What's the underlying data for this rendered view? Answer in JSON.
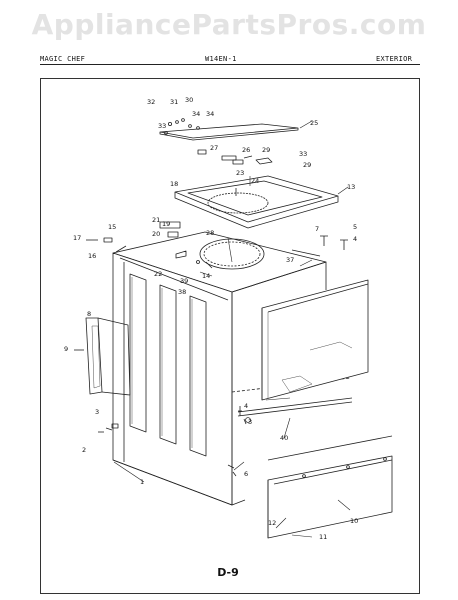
{
  "watermark": "AppliancePartsPros.com",
  "header": {
    "brand": "MAGIC CHEF",
    "model": "W14EN-1",
    "section": "EXTERIOR"
  },
  "page_code": "D-9",
  "callouts": [
    "32",
    "31",
    "30",
    "33",
    "34",
    "34",
    "25",
    "27",
    "26",
    "29",
    "33",
    "29",
    "23",
    "24",
    "18",
    "13",
    "21",
    "19",
    "20",
    "28",
    "15",
    "17",
    "16",
    "5",
    "4",
    "7",
    "22",
    "39",
    "38",
    "14",
    "37",
    "8",
    "9",
    "4",
    "3",
    "3",
    "2",
    "40",
    "6",
    "1",
    "12",
    "10",
    "11"
  ]
}
